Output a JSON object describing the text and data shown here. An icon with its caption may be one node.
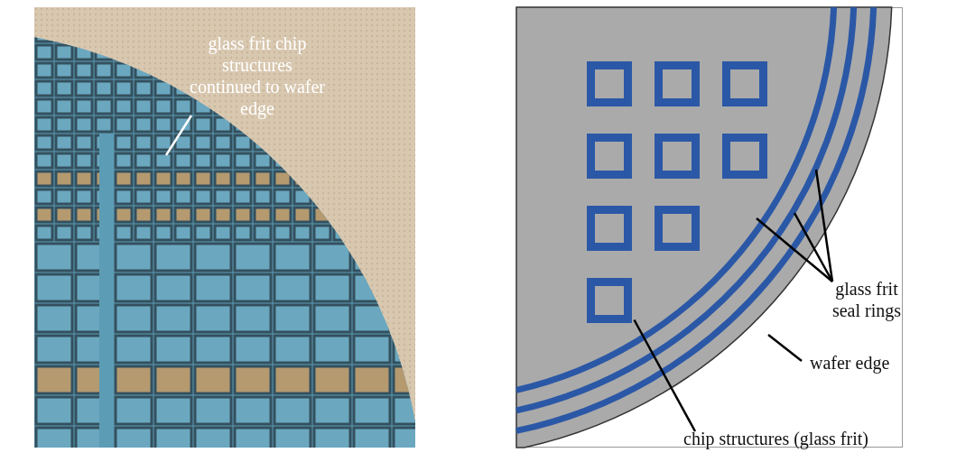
{
  "diagram": {
    "nodes": [
      {
        "text": [
          "glass frit chip structures continued to wafer edge"
        ],
        "in": 1
      },
      {
        "text": [],
        "shape": "picture"
      },
      {
        "text": [],
        "shape": "circle"
      },
      {
        "text": [],
        "shape": "box",
        "in": 2
      },
      {
        "text": [],
        "shape": "box",
        "in": 2
      },
      {
        "text": [],
        "shape": "box",
        "in": 2
      },
      {
        "text": [],
        "shape": "box",
        "in": 2
      },
      {
        "text": [],
        "shape": "box",
        "in": 2
      },
      {
        "text": [],
        "shape": "box",
        "in": 2
      },
      {
        "text": [],
        "shape": "box",
        "in": 2
      },
      {
        "text": [],
        "shape": "box",
        "in": 2
      },
      {
        "text": [],
        "shape": "box",
        "in": 2
      },
      {
        "text": [
          "glass frit seal rings"
        ]
      },
      {
        "text": [
          "wafer edge"
        ]
      },
      {
        "text": [
          "chip structures (glass frit)"
        ]
      }
    ],
    "edges": [
      {
        "from": 0,
        "to": 1,
        "arrow": "none",
        "color": "#ffffff"
      },
      {
        "from": 12,
        "to": null,
        "arrow": "none"
      },
      {
        "from": 12,
        "to": null,
        "arrow": "none"
      },
      {
        "from": 12,
        "to": null,
        "arrow": "none"
      },
      {
        "from": 13,
        "to": 2,
        "arrow": "none"
      },
      {
        "from": 14,
        "to": 11,
        "arrow": "none"
      }
    ]
  }
}
